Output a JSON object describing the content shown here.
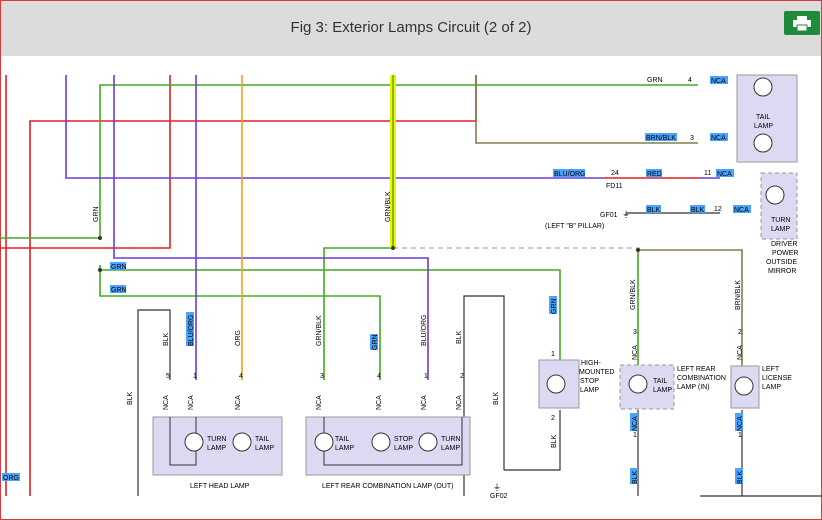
{
  "header": {
    "title": "Fig 3: Exterior Lamps Circuit (2 of 2)",
    "print_icon": "printer-icon"
  },
  "colors": {
    "red": "#e02020",
    "green": "#44aa22",
    "purple": "#6a3bd6",
    "orange": "#f0a020",
    "brown": "#8b7a4a",
    "yellow": "#f2f200",
    "black": "#333333",
    "nca_highlight": "#4aa3ff",
    "component_fill": "#dcdaf2",
    "header_bg": "#dcdcdc"
  },
  "wire_labels": {
    "grn_top": "GRN",
    "brn_blk_top": "BRN/BLK",
    "blu_org_top": "BLU/ORG",
    "red_top": "RED",
    "blk_gf01_a": "BLK",
    "blk_gf01_b": "BLK",
    "grn_vert_left": "GRN",
    "grn_blk_vert": "GRN/BLK",
    "grn_h1": "GRN",
    "grn_h2": "GRN",
    "grn_hm": "GRN",
    "grn_blk_right": "GRN/BLK",
    "brn_blk_right": "BRN/BLK",
    "hl_blk": "BLK",
    "hl_bluorg": "BLU/ORG",
    "hl_org": "ORG",
    "rc_grnblk": "GRN/BLK",
    "rc_grn": "GRN",
    "rc_bluorg": "BLU/ORG",
    "rc_blk": "BLK",
    "blk_left": "BLK",
    "blk_right": "BLK",
    "hm_blk": "BLK",
    "lrc_blk": "BLK",
    "lic_blk": "BLK",
    "org_bottom_left": "ORG"
  },
  "pins": {
    "p4": "4",
    "p3": "3",
    "p24": "24",
    "p11": "11",
    "p12": "12",
    "hl5": "5",
    "hl1": "1",
    "hl4": "4",
    "rc3": "3",
    "rc4": "4",
    "rc1": "1",
    "rc2": "2",
    "hm1": "1",
    "hm2": "2",
    "lrc3": "3",
    "lrc1": "1",
    "lic2": "2",
    "lic1": "1"
  },
  "nca": "NCA",
  "connectors": {
    "fd11": "FD11",
    "gf01": "GF01",
    "gf02": "GF02"
  },
  "notes": {
    "b_pillar": "(LEFT \"B\" PILLAR)"
  },
  "components": {
    "tail_lamp_top": [
      "TAIL",
      "LAMP"
    ],
    "turn_lamp_mirror": [
      "TURN",
      "LAMP"
    ],
    "driver_mirror": [
      "DRIVER",
      "POWER",
      "OUTSIDE",
      "MIRROR"
    ],
    "head_turn": [
      "TURN",
      "LAMP"
    ],
    "head_tail": [
      "TAIL",
      "LAMP"
    ],
    "left_head_lamp": "LEFT HEAD LAMP",
    "rc_tail": [
      "TAIL",
      "LAMP"
    ],
    "rc_stop": [
      "STOP",
      "LAMP"
    ],
    "rc_turn": [
      "TURN",
      "LAMP"
    ],
    "left_rear_combination_out": "LEFT REAR COMBINATION LAMP (OUT)",
    "hmsl": [
      "HIGH-",
      "MOUNTED",
      "STOP",
      "LAMP"
    ],
    "lrc_in_tail": [
      "TAIL",
      "LAMP"
    ],
    "lrc_in_label": [
      "LEFT REAR",
      "COMBINATION",
      "LAMP (IN)"
    ],
    "license": [
      "LEFT",
      "LICENSE",
      "LAMP"
    ]
  }
}
